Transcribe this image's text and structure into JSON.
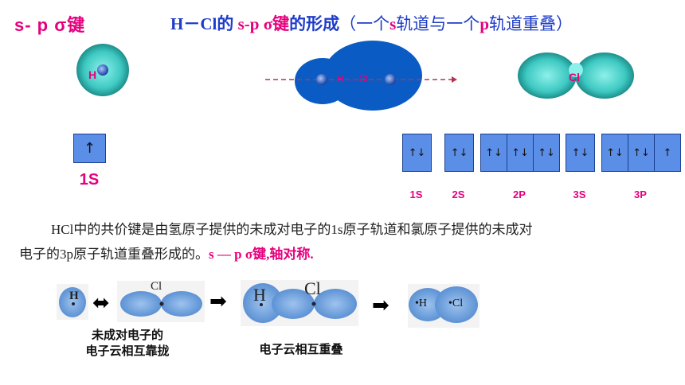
{
  "title": {
    "left": "s- p   σ键",
    "main_prefix": "H－Cl的 ",
    "main_sp": "s-p σ键",
    "main_suffix": "的形成",
    "paren_open": "（一个",
    "paren_s": "s",
    "paren_mid": "轨道与一个",
    "paren_p": "p",
    "paren_close": "轨道重叠）"
  },
  "atoms": {
    "h_symbol": "H",
    "cl_symbol": "Cl",
    "bond_label": "H — Cl"
  },
  "orbitals": {
    "h_box": "↑",
    "h_label": "1S",
    "cl_labels": [
      "1S",
      "2S",
      "2P",
      "3S",
      "3P"
    ],
    "cl_boxes": [
      "↑↓",
      "↑↓",
      "↑↓",
      "↑↓",
      "↑↓",
      "↑↓",
      "↑↓",
      "↑↓",
      "↑"
    ]
  },
  "text": {
    "para1": "HCl中的共价键是由氢原子提供的未成对电子的1s原子轨道和氯原子提供的未成对",
    "para2": "电子的3p原子轨道重叠形成的。",
    "para2_emph": "s — p σ键,轴对称."
  },
  "bottom": {
    "h_label": "H",
    "cl_label": "Cl",
    "merged_h": "•H",
    "merged_cl": "•Cl",
    "double_arrow": "⬌",
    "arrow": "➡",
    "caption1_line1": "未成对电子的",
    "caption1_line2": "电子云相互靠拢",
    "caption2": "电子云相互重叠"
  },
  "colors": {
    "accent": "#e6007e",
    "blue": "#1f3cc8",
    "orbital_fill": "#5b8ee6",
    "cloud": "#0a5cc4",
    "sphere": "#3ec9c2"
  }
}
